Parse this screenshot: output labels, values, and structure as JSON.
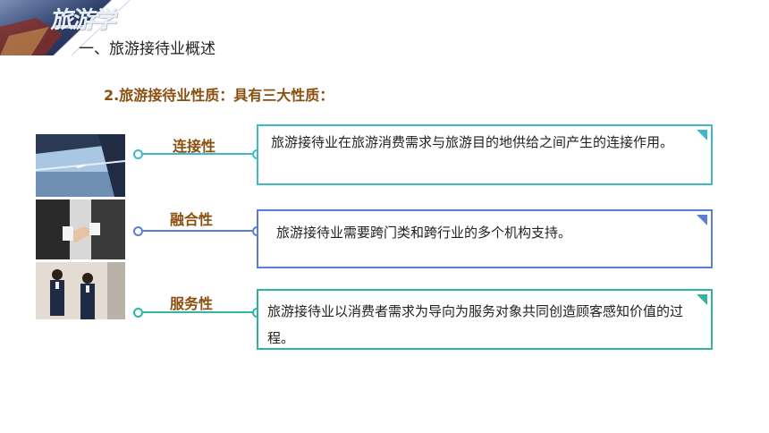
{
  "header": {
    "logo_text": "旅游学",
    "section_title": "一、旅游接待业概述"
  },
  "subheading": "2.旅游接待业性质：具有三大性质：",
  "properties": [
    {
      "label": "连接性",
      "text": "旅游接待业在旅游消费需求与旅游目的地供给之间产生的连接作用。",
      "photo": "airport-window-photo",
      "color": "#3fb9c9"
    },
    {
      "label": "融合性",
      "text": "旅游接待业需要跨门类和跨行业的多个机构支持。",
      "photo": "handshake-photo",
      "color": "#5b7fd0"
    },
    {
      "label": "服务性",
      "text": "旅游接待业以消费者需求为导向为服务对象共同创造顾客感知价值的过程。",
      "photo": "flight-attendants-photo",
      "color": "#2fb6a2"
    }
  ]
}
